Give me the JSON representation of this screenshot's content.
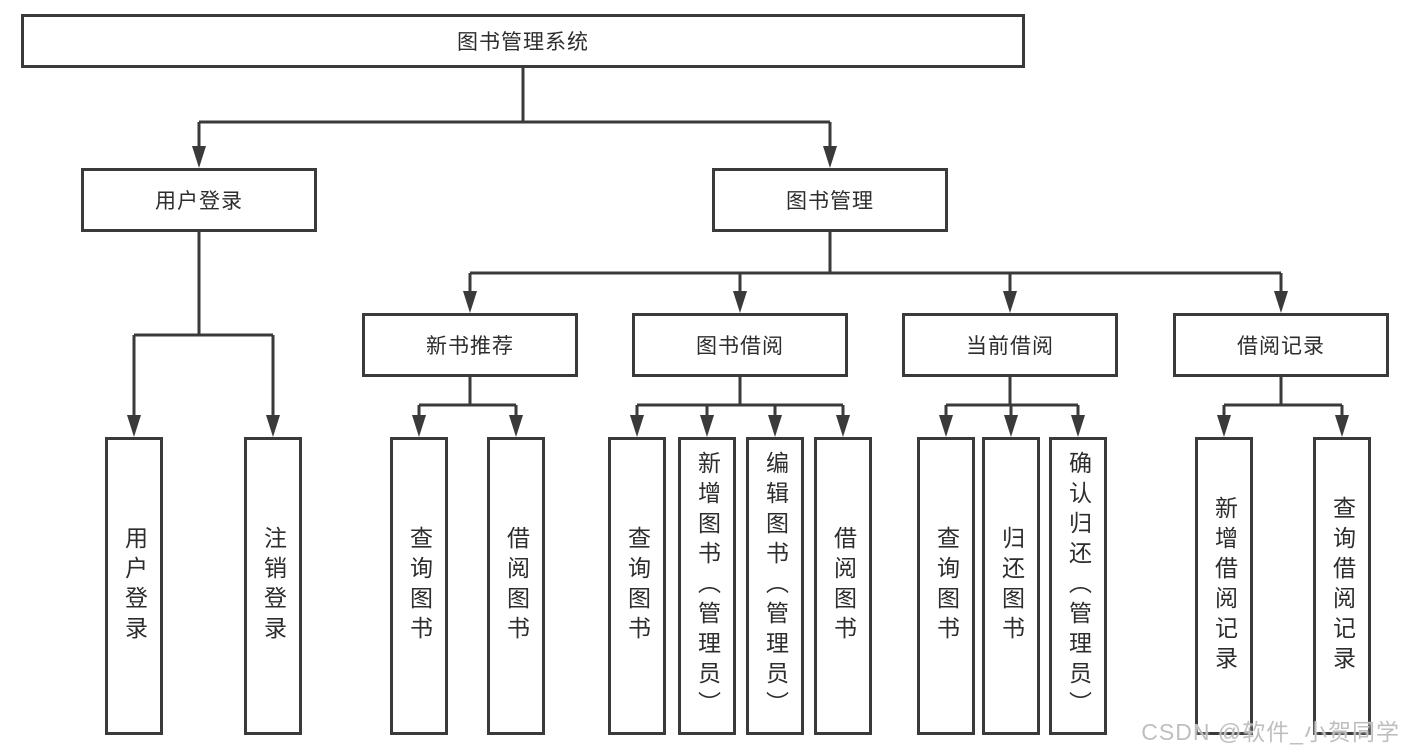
{
  "diagram": {
    "root": {
      "label": "图书管理系统"
    },
    "login": {
      "label": "用户登录",
      "children": [
        {
          "label": "用户登录"
        },
        {
          "label": "注销登录"
        }
      ]
    },
    "mgmt": {
      "label": "图书管理",
      "children": [
        {
          "label": "新书推荐",
          "children": [
            {
              "label": "查询图书"
            },
            {
              "label": "借阅图书"
            }
          ]
        },
        {
          "label": "图书借阅",
          "children": [
            {
              "label": "查询图书"
            },
            {
              "label": "新增图书（管理员）"
            },
            {
              "label": "编辑图书（管理员）"
            },
            {
              "label": "借阅图书"
            }
          ]
        },
        {
          "label": "当前借阅",
          "children": [
            {
              "label": "查询图书"
            },
            {
              "label": "归还图书"
            },
            {
              "label": "确认归还（管理员）"
            }
          ]
        },
        {
          "label": "借阅记录",
          "children": [
            {
              "label": "新增借阅记录"
            },
            {
              "label": "查询借阅记录"
            }
          ]
        }
      ]
    }
  },
  "watermark": {
    "text": "CSDN @软件_小贺同学"
  },
  "colors": {
    "line": "#3a3a3a",
    "text": "#2d2d2d",
    "background": "#ffffff",
    "watermark": "#bfbfbf"
  }
}
